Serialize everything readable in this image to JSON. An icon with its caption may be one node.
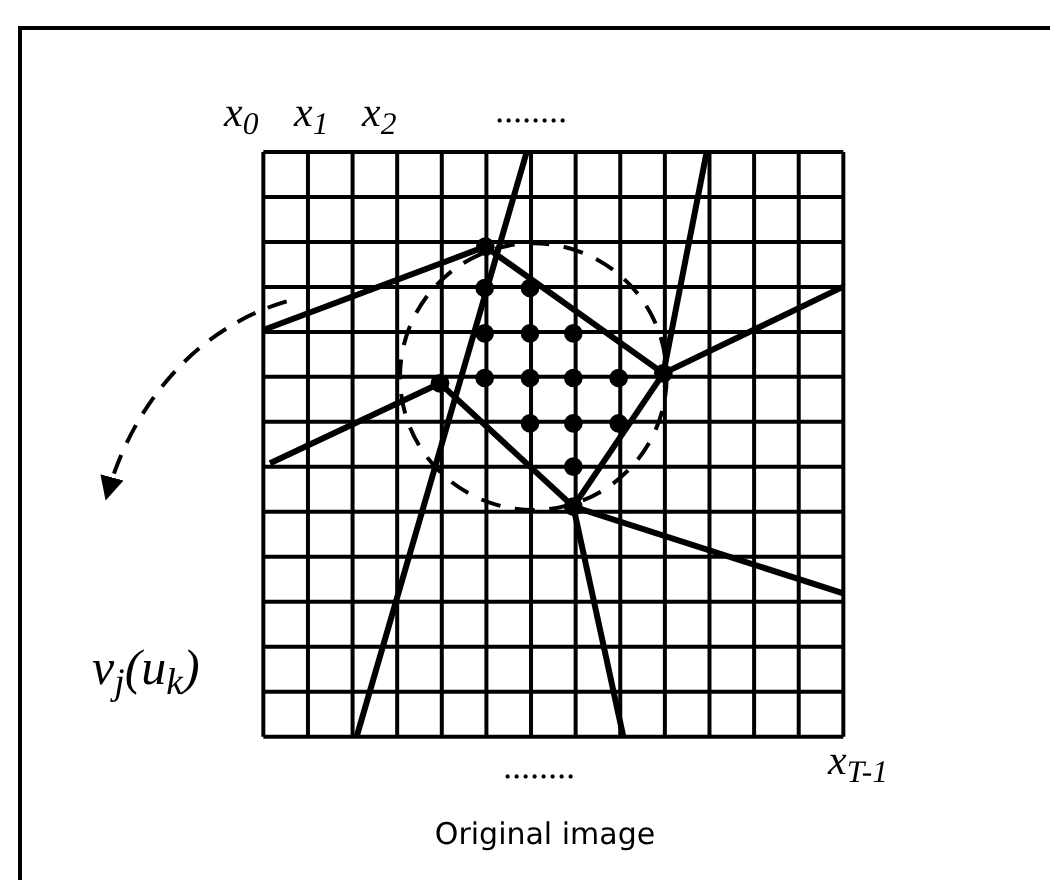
{
  "diagram": {
    "caption": "Original image",
    "labels": [
      "x$_{0}$",
      "x$_{1}$",
      "x$_{2}$",
      "........",
      "v$_{j}$(u$_{k}$)",
      "........",
      "x$_{T-1}$"
    ]
  }
}
